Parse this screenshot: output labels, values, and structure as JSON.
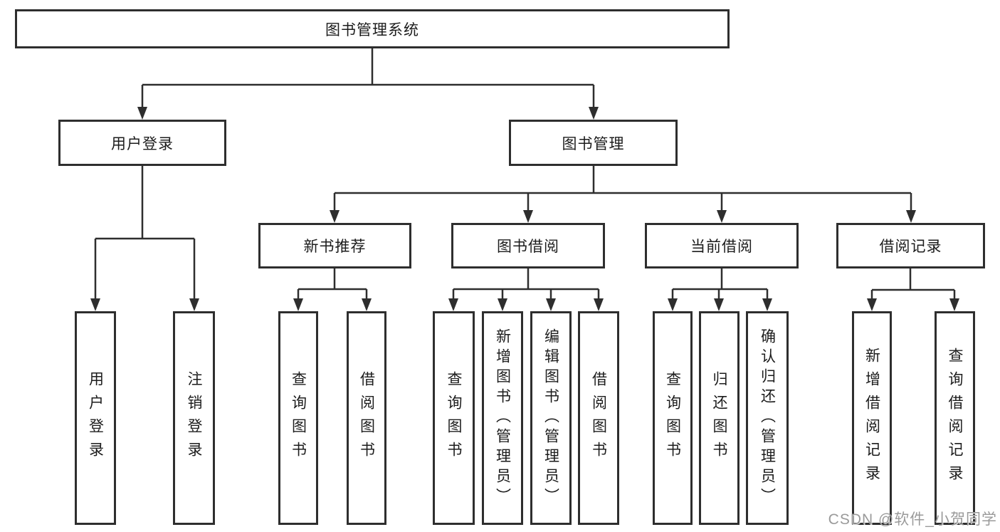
{
  "diagram": {
    "title": "图书管理系统",
    "watermark": "CSDN @软件_小贺同学",
    "colors": {
      "line": "#2e2e2e",
      "box_border": "#2e2e2e",
      "text": "#1c1c1c",
      "watermark": "#9a9a9a",
      "background": "#ffffff"
    },
    "nodes": {
      "root": {
        "label": "图书管理系统"
      },
      "user_login": {
        "label": "用户登录"
      },
      "book_mgmt": {
        "label": "图书管理"
      },
      "new_books": {
        "label": "新书推荐"
      },
      "book_borrow": {
        "label": "图书借阅"
      },
      "current_borrow": {
        "label": "当前借阅"
      },
      "borrow_records": {
        "label": "借阅记录"
      },
      "leaf_user_login": {
        "label": "用户登录"
      },
      "leaf_logout": {
        "label": "注销登录"
      },
      "leaf_nb_query": {
        "label": "查询图书"
      },
      "leaf_nb_borrow": {
        "label": "借阅图书"
      },
      "leaf_bb_query": {
        "label": "查询图书"
      },
      "leaf_bb_add": {
        "label": "新增图书（管理员）"
      },
      "leaf_bb_edit": {
        "label": "编辑图书（管理员）"
      },
      "leaf_bb_borrow": {
        "label": "借阅图书"
      },
      "leaf_cb_query": {
        "label": "查询图书"
      },
      "leaf_cb_return": {
        "label": "归还图书"
      },
      "leaf_cb_confirm": {
        "label": "确认归还（管理员）"
      },
      "leaf_br_add": {
        "label": "新增借阅记录"
      },
      "leaf_br_query": {
        "label": "查询借阅记录"
      }
    }
  }
}
